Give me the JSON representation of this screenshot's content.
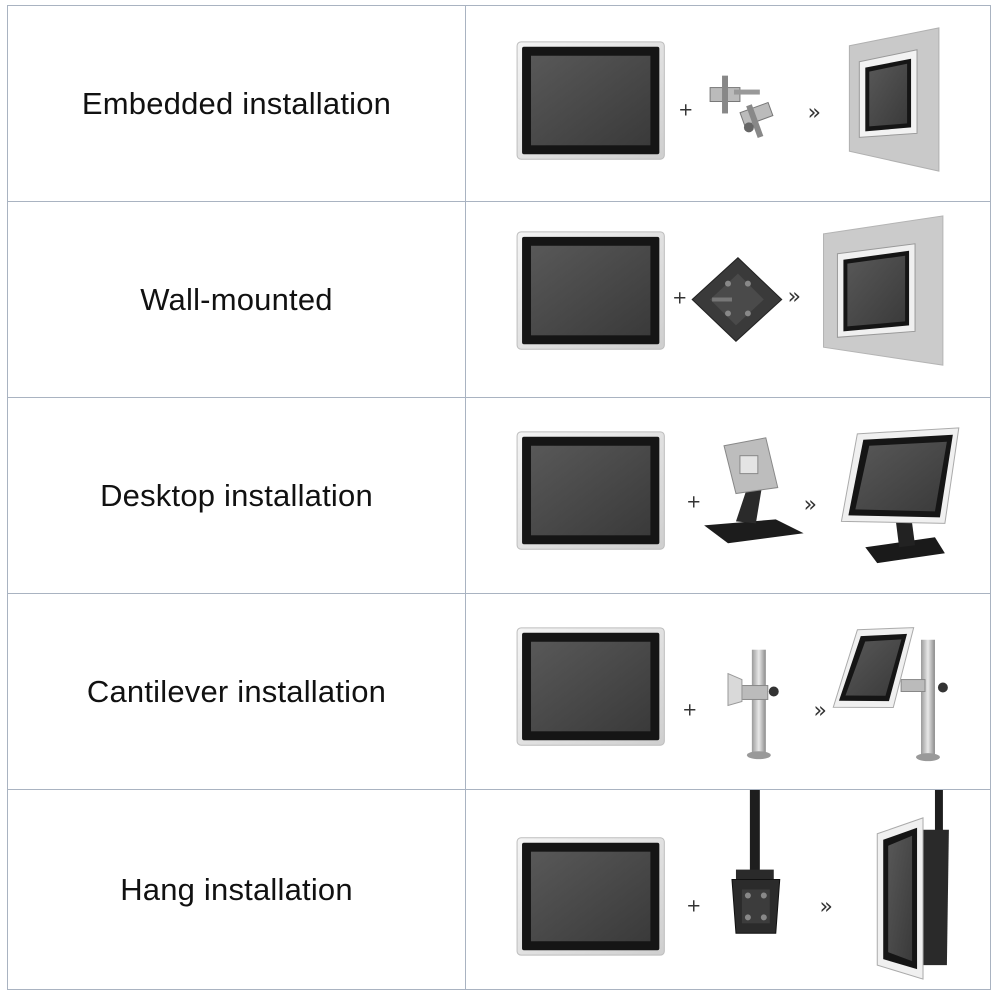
{
  "rows": [
    {
      "label": "Embedded installation",
      "plus": "+",
      "arrow": "»",
      "accessory_icon": "embedded-clamp-brackets-icon",
      "result_icon": "monitor-embedded-in-panel-icon"
    },
    {
      "label": "Wall-mounted",
      "plus": "+",
      "arrow": "»",
      "accessory_icon": "vesa-wall-bracket-icon",
      "result_icon": "monitor-on-wall-icon"
    },
    {
      "label": "Desktop installation",
      "plus": "+",
      "arrow": "»",
      "accessory_icon": "desktop-stand-icon",
      "result_icon": "monitor-on-desktop-stand-icon"
    },
    {
      "label": "Cantilever installation",
      "plus": "+",
      "arrow": "»",
      "accessory_icon": "cantilever-pole-arm-icon",
      "result_icon": "monitor-on-cantilever-arm-icon"
    },
    {
      "label": "Hang installation",
      "plus": "+",
      "arrow": "»",
      "accessory_icon": "ceiling-hang-bracket-icon",
      "result_icon": "monitor-hanging-from-ceiling-icon"
    }
  ],
  "colors": {
    "border": "#a9b3c1",
    "bezel": "#1a1a1a",
    "screen": "#4a4a4a",
    "frame": "#e4e4e4"
  }
}
